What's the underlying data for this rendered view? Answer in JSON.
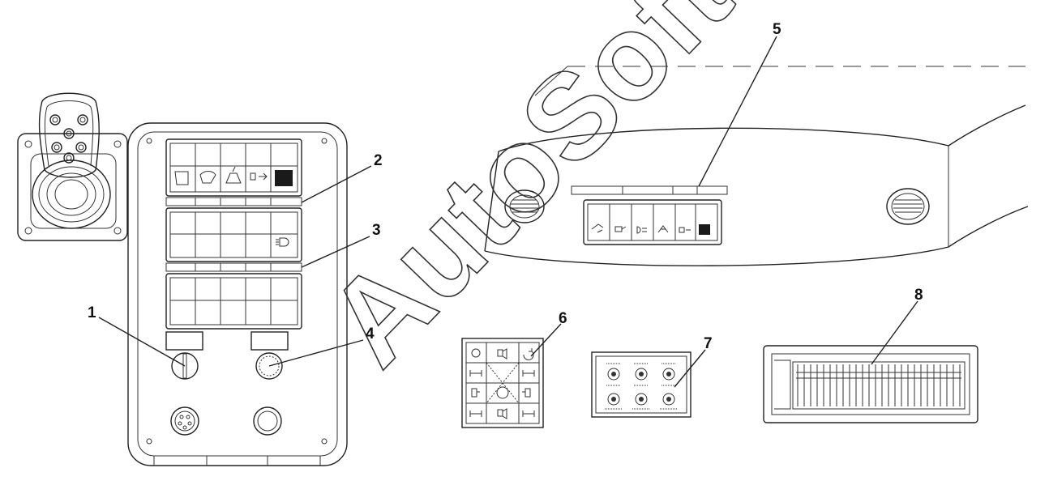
{
  "callouts": [
    {
      "id": "1",
      "label": "1"
    },
    {
      "id": "2",
      "label": "2"
    },
    {
      "id": "3",
      "label": "3"
    },
    {
      "id": "4",
      "label": "4"
    },
    {
      "id": "5",
      "label": "5"
    },
    {
      "id": "6",
      "label": "6"
    },
    {
      "id": "7",
      "label": "7"
    },
    {
      "id": "8",
      "label": "8"
    }
  ],
  "watermark": "AutoSoft",
  "colors": {
    "line": "#222222",
    "background": "#ffffff",
    "fill_dark": "#1a1a1a"
  }
}
